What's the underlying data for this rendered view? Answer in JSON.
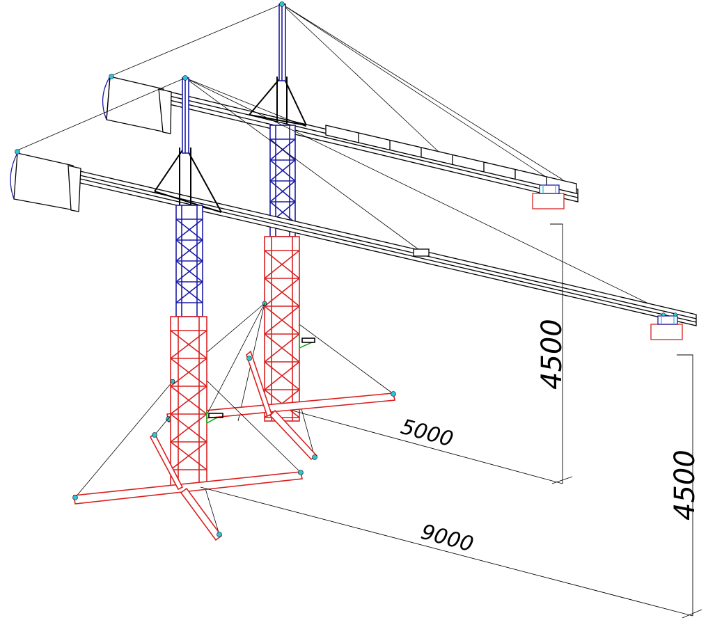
{
  "drawing": {
    "title": "",
    "colors": {
      "upper_mast": "#1a1aa8",
      "lower_mast": "#d92020",
      "boom": "#000000",
      "anchor_point": "#2ec4d6",
      "winch_handle": "#22aa22",
      "background": "#ffffff"
    },
    "dimensions": {
      "short_boom_height": "4500",
      "long_boom_height": "4500",
      "short_boom_reach": "5000",
      "long_boom_reach": "9000"
    }
  }
}
